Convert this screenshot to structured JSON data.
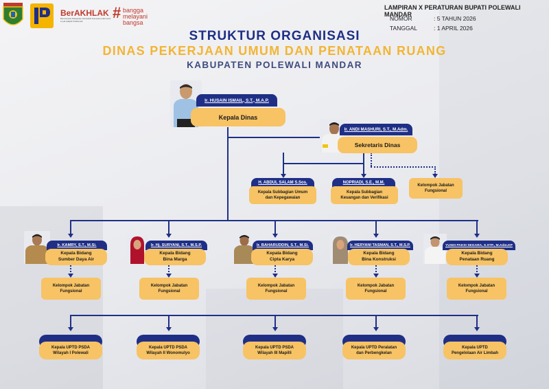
{
  "logos": {
    "berakhlak": "BerAKHLAK",
    "berakhlak_sub": "Berorientasi Pelayanan Akuntabel Kompeten Harmonis Loyal Adaptif Kolaboratif",
    "bangga_hash": "#",
    "bangga1": "bangga",
    "bangga2": "melayani",
    "bangga3": "bangsa"
  },
  "header": {
    "lampiran": "LAMPIRAN X PERATURAN BUPATI POLEWALI MANDAR",
    "nomor_label": "NOMOR",
    "nomor_value": ": 5 TAHUN 2026",
    "tanggal_label": "TANGGAL",
    "tanggal_value": ": 1 APRIL 2026"
  },
  "title": {
    "line1": "STRUKTUR ORGANISASI",
    "line2": "DINAS PEKERJAAN UMUM DAN PENATAAN RUANG",
    "line3": "KABUPATEN POLEWALI MANDAR"
  },
  "kepala": {
    "name": "Ir. HUSAIN ISMAIL, S.T., M.A.P.",
    "role": "Kepala Dinas"
  },
  "sekretaris": {
    "name": "Ir. ANDI MASHURI, S.T., M.Adm.",
    "role": "Sekretaris Dinas"
  },
  "subbagian": [
    {
      "name": "H. ABDUL SALAM S.Sos.",
      "role": "Kepala Subbagian Umum\ndan Kepegawaian"
    },
    {
      "name": "NOPRIADI, S.E., M.M.",
      "role": "Kepala Subbagian\nKeuangan dan Verifikasi"
    }
  ],
  "kelompok_sekretariat": "Kelompok Jabatan\nFungsional",
  "bidang": [
    {
      "name": "Ir. KAMRY, S.T., M.Si.",
      "role": "Kepala Bidang\nSumber Daya Air",
      "kelompok": "Kelompok Jabatan\nFungsional"
    },
    {
      "name": "Ir. Hj. SURYANI, S.T., M.S.P.",
      "role": "Kepala Bidang\nBina Marga",
      "kelompok": "Kelompok Jabatan\nFungsional"
    },
    {
      "name": "Ir. BAHARUDDIN, S.T., M.Si.",
      "role": "Kepala Bidang\nCipta Karya",
      "kelompok": "Kelompok Jabatan\nFungsional"
    },
    {
      "name": "Ir. HERYANI TASMAN, S.T., M.S.P.",
      "role": "Kepala Bidang\nBina Konstruksi",
      "kelompok": "Kelompok Jabatan\nFungsional"
    },
    {
      "name": "YUSDI PAKSI SEGARA, S.STP., M.Adm.KP",
      "role": "Kepala Bidang\nPenataan Ruang",
      "kelompok": "Kelompok Jabatan\nFungsional"
    }
  ],
  "uptd": [
    {
      "role": "Kepala UPTD PSDA\nWilayah I Polewali"
    },
    {
      "role": "Kepala UPTD PSDA\nWilayah II Wonomulyo"
    },
    {
      "role": "Kepala UPTD PSDA\nWilayah III Mapilli"
    },
    {
      "role": "Kepala UPTD Peralatan\ndan Perbengkelan"
    },
    {
      "role": "Kepala UPTD\nPengelolaan Air Limbah"
    }
  ]
}
